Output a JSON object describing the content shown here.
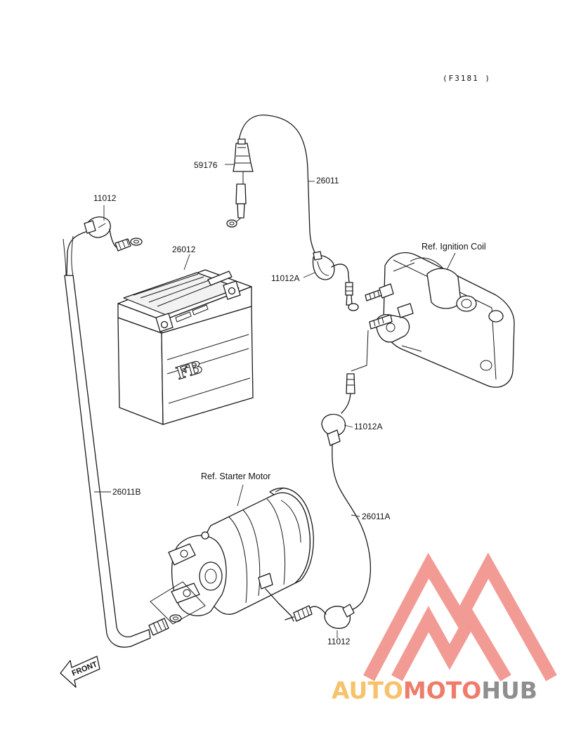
{
  "figure_code": "(F3181 )",
  "labels": {
    "p59176": "59176",
    "p26011": "26011",
    "p11012_top": "11012",
    "p26012": "26012",
    "ref_ignition_coil": "Ref. Ignition Coil",
    "p11012A_upper": "11012A",
    "p11012A_lower": "11012A",
    "ref_starter_motor": "Ref. Starter Motor",
    "p26011B": "26011B",
    "p26011A": "26011A",
    "p11012_bottom": "11012"
  },
  "battery_marking": "FB",
  "front_arrow": "FRONT",
  "watermark": {
    "part1": "AUTO",
    "part2": "MOTO",
    "part3": "HUB",
    "colors": {
      "part1": "#f7c26b",
      "part2": "#ef7c6b",
      "part3": "#8e8e8e",
      "logo": "#f08a82"
    }
  }
}
